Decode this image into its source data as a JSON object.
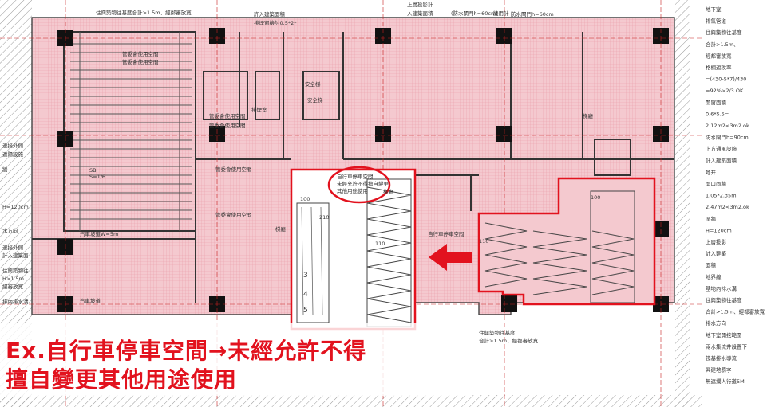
{
  "caption": {
    "line1": "Ex.自行車停車空間→未經允許不得",
    "line2": "擅自變更其他用途使用"
  },
  "plan": {
    "top_notes": [
      "住興築物往基度合計>1.5m、經鄰審放寬",
      "許入建築面積",
      "排煙窗檢討0.5*2*",
      "上層投影計",
      "入建築面積",
      "(防水閘門h=60cm)",
      "牆用計"
    ],
    "right_legend": [
      "地下室",
      "排氣管道",
      "住興築物往基度",
      "合計>1.5m、",
      "經都審放寬",
      "格欄遮攻率",
      "=(430-5*7)/430",
      "=92%>2/3 OK",
      "開窗面積",
      "0.6*5.5=",
      "2.12m2<3m2.ok",
      "防水閘門h=90cm",
      "上方通風設施",
      "計入建築面積",
      "地井",
      "開口面積",
      "1.05*2.35m",
      "2.47m2<3m2.ok",
      "圍牆",
      "H=120cm",
      "上層投影",
      "計入建築",
      "面積",
      "地界線",
      "基地內排水溝",
      "住興築物往基度",
      "合計>1.5m、經都審放寬",
      "排水方向",
      "地下室開挖範圍",
      "兩水集流井設置下",
      "筏基排水導流",
      "興建地罰字",
      "無遮攔人行道5M"
    ],
    "left_notes": [
      "連接外側",
      "遮陽設施",
      "牆",
      "H=120cm",
      "水方向",
      "連接外側",
      "計入建築面",
      "住興築物往",
      "H>1.5m",
      "經審放寬",
      "排內排水溝"
    ],
    "rooms": [
      "管委會使用空間",
      "管委會使用空間",
      "SB",
      "管委會使用空間",
      "管委會使用空間",
      "梯廳",
      "排煙室",
      "安全梯",
      "安全梯",
      "管委會使用空間",
      "梯廳",
      "管委會使用空間",
      "梯廳"
    ],
    "bike_note": [
      "自行車停車空間",
      "未經允許不得擅自變更",
      "其他用途使用"
    ],
    "slope_label": "坡道",
    "slope_grade": "S=1/6",
    "ramp_label": "汽車坡道W=5m",
    "bike_label": "自行車停車空間",
    "dims": [
      "100",
      "110",
      "100",
      "210",
      "110"
    ],
    "misc": [
      "汽車坡道",
      "防水閘門h=60cm",
      "住興築物往基度",
      "合計>1.5m、經都審放寬"
    ]
  }
}
